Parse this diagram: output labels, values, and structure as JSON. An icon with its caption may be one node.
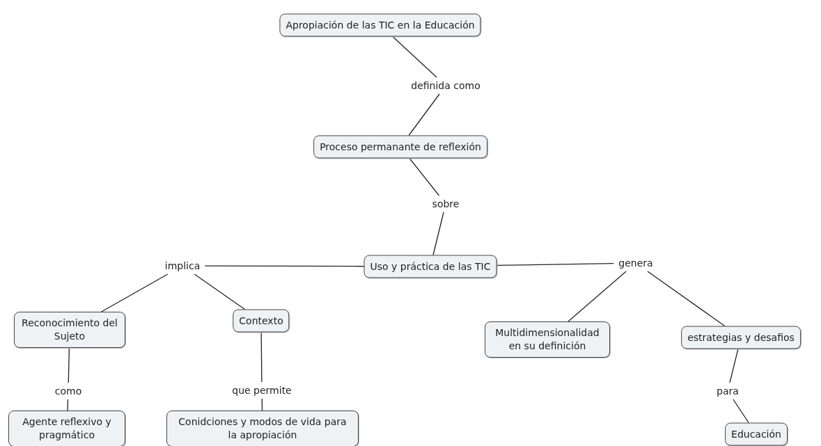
{
  "diagram": {
    "nodes": [
      {
        "text": [
          "Apropiación de las TIC en la Educación"
        ]
      },
      {
        "text": [
          "Proceso permanante de reflexión"
        ]
      },
      {
        "text": [
          "Uso y práctica de las TIC"
        ]
      },
      {
        "text": [
          "Reconocimiento del Sujeto"
        ]
      },
      {
        "text": [
          "Contexto"
        ]
      },
      {
        "text": [
          "Multidimensionalidad en su definición"
        ]
      },
      {
        "text": [
          "estrategias y desafios"
        ]
      },
      {
        "text": [
          "Agente reflexivo y pragmático"
        ]
      },
      {
        "text": [
          "Conidciones y modos de vida para la apropiación"
        ]
      },
      {
        "text": [
          "Educación"
        ]
      },
      {
        "text": [
          "definida como"
        ]
      },
      {
        "text": [
          "sobre"
        ]
      },
      {
        "text": [
          "implica"
        ]
      },
      {
        "text": [
          "genera"
        ]
      },
      {
        "text": [
          "como"
        ]
      },
      {
        "text": [
          "que permite"
        ]
      },
      {
        "text": [
          "para"
        ]
      }
    ],
    "edges": [
      {
        "from": 0,
        "to": 10,
        "arrow": "none"
      },
      {
        "from": 10,
        "to": 1,
        "arrow": "none"
      },
      {
        "from": 1,
        "to": 11,
        "arrow": "none"
      },
      {
        "from": 11,
        "to": 2,
        "arrow": "none"
      },
      {
        "from": 2,
        "to": 12,
        "arrow": "none"
      },
      {
        "from": 12,
        "to": 3,
        "arrow": "none"
      },
      {
        "from": 12,
        "to": 4,
        "arrow": "none"
      },
      {
        "from": 2,
        "to": 13,
        "arrow": "none"
      },
      {
        "from": 13,
        "to": 5,
        "arrow": "none"
      },
      {
        "from": 13,
        "to": 6,
        "arrow": "none"
      },
      {
        "from": 3,
        "to": 14,
        "arrow": "none"
      },
      {
        "from": 14,
        "to": 7,
        "arrow": "none"
      },
      {
        "from": 4,
        "to": 15,
        "arrow": "none"
      },
      {
        "from": 15,
        "to": 8,
        "arrow": "none"
      },
      {
        "from": 6,
        "to": 16,
        "arrow": "none"
      },
      {
        "from": 16,
        "to": 9,
        "arrow": "none"
      }
    ]
  }
}
